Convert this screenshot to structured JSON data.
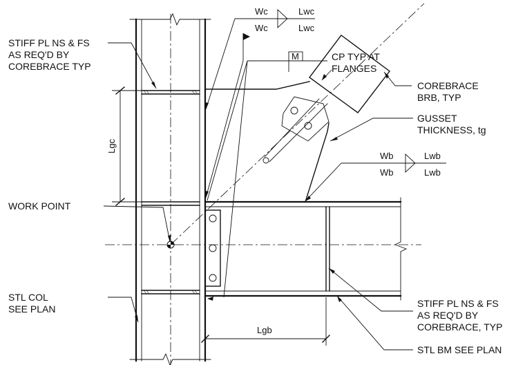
{
  "labels": {
    "stiff_col": [
      "STIFF PL NS & FS",
      "AS REQ'D BY",
      "COREBRACE TYP"
    ],
    "corebrace_brb": [
      "COREBRACE",
      "BRB, TYP"
    ],
    "gusset": [
      "GUSSET",
      "THICKNESS, tg"
    ],
    "work_point": "WORK POINT",
    "stl_col": [
      "STL COL",
      "SEE PLAN"
    ],
    "stiff_beam": [
      "STIFF PL NS & FS",
      "AS REQ'D BY",
      "COREBRACE, TYP"
    ],
    "stl_bm": "STL BM SEE PLAN",
    "cp_typ": [
      "CP TYP AT",
      "FLANGES"
    ]
  },
  "weld_symbols": {
    "column": {
      "top_size": "Wc",
      "top_length": "Lwc",
      "bottom_size": "Wc",
      "bottom_length": "Lwc"
    },
    "beam": {
      "top_size": "Wb",
      "top_length": "Lwb",
      "bottom_size": "Wb",
      "bottom_length": "Lwb"
    }
  },
  "flag_m": "M",
  "dimensions": {
    "gusset_column": "Lgc",
    "gusset_beam": "Lgb"
  }
}
